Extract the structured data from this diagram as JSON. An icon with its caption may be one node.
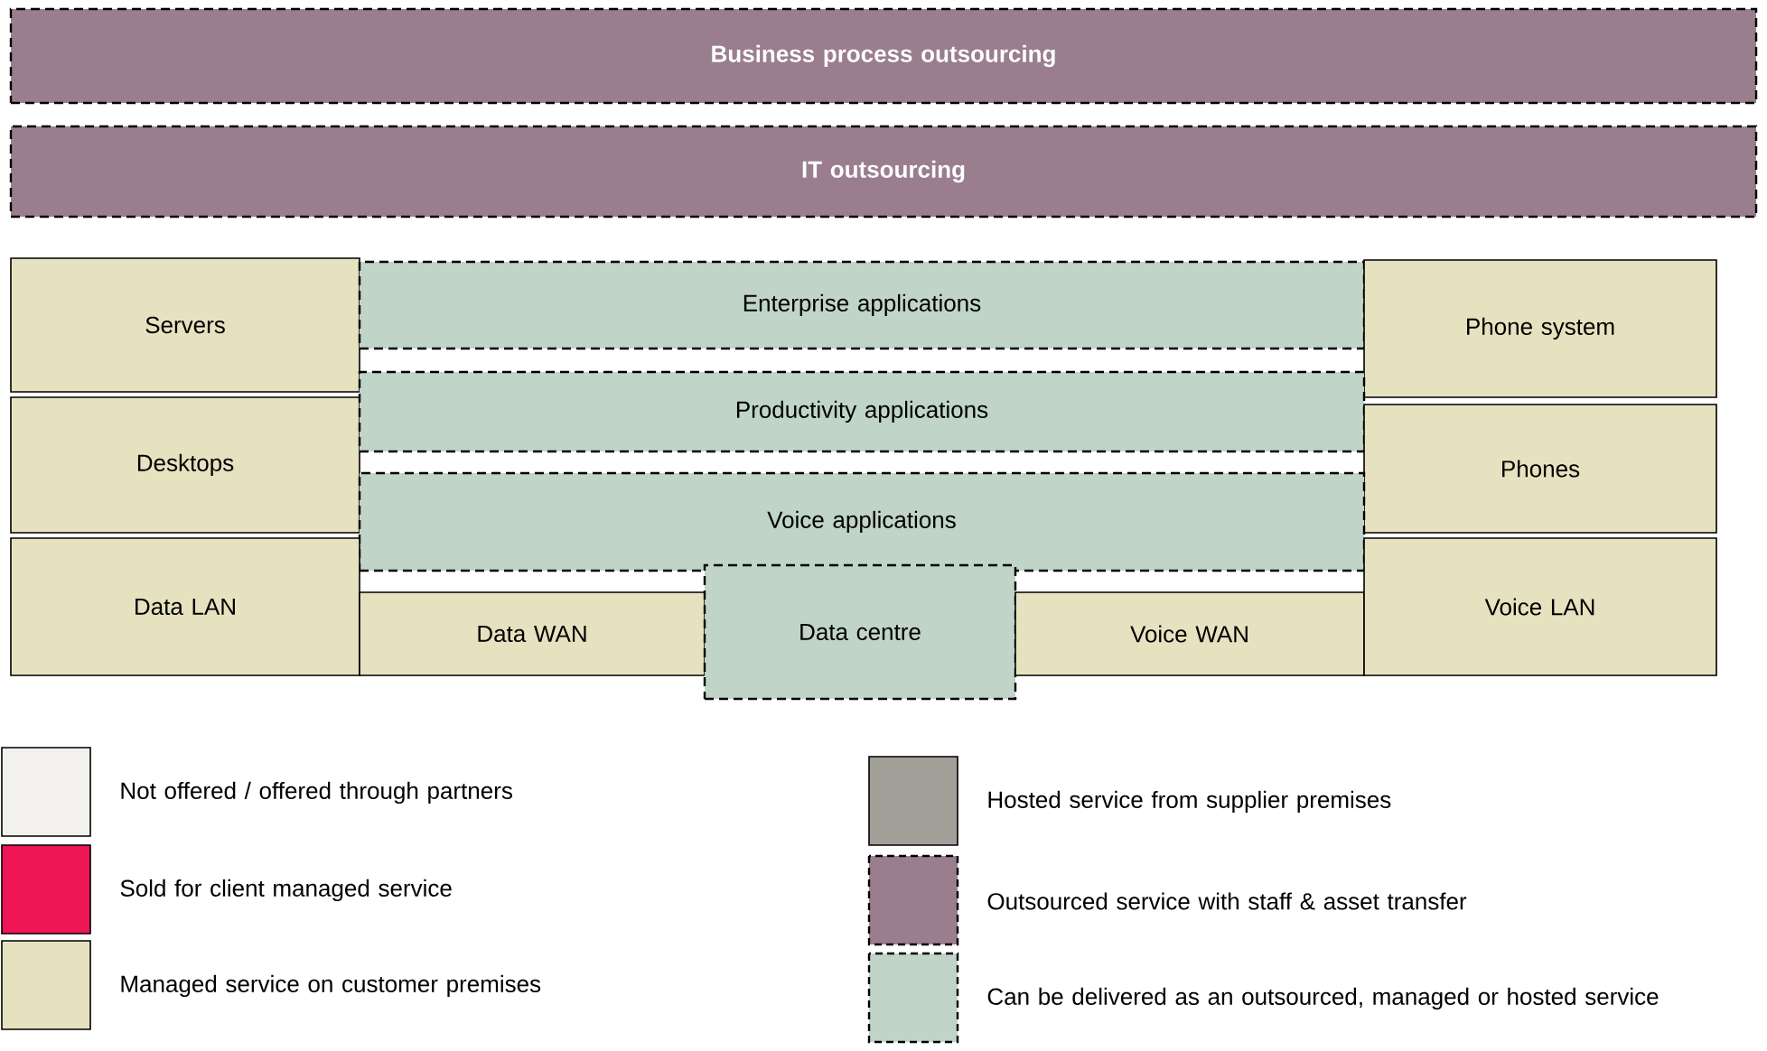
{
  "diagram": {
    "nodes": [
      {
        "text": [
          "Business process outsourcing"
        ]
      },
      {
        "text": [
          "IT outsourcing"
        ]
      },
      {
        "text": [
          "Servers"
        ]
      },
      {
        "text": [
          "Enterprise applications"
        ]
      },
      {
        "text": [
          "Phone system"
        ]
      },
      {
        "text": [
          "Desktops"
        ]
      },
      {
        "text": [
          "Productivity applications"
        ]
      },
      {
        "text": [
          "Phones"
        ]
      },
      {
        "text": [
          "Voice applications"
        ]
      },
      {
        "text": [
          "Data LAN"
        ]
      },
      {
        "text": [
          "Data WAN"
        ]
      },
      {
        "text": [
          "Data centre"
        ]
      },
      {
        "text": [
          "Voice WAN"
        ]
      },
      {
        "text": [
          "Voice LAN"
        ]
      }
    ],
    "legend": [
      {
        "text": "Not offered / offered through partners",
        "color": "#f2f1ed"
      },
      {
        "text": "Sold for client managed service",
        "color": "#ee1654"
      },
      {
        "text": "Managed service on customer premises",
        "color": "#e6e2c0"
      },
      {
        "text": "Hosted service from supplier premises",
        "color": "#a29f98"
      },
      {
        "text": "Outsourced service with staff & asset transfer",
        "color": "#9a7e8e"
      },
      {
        "text": "Can be delivered as an outsourced, managed or hosted service",
        "color": "#c0d4c8"
      }
    ]
  }
}
